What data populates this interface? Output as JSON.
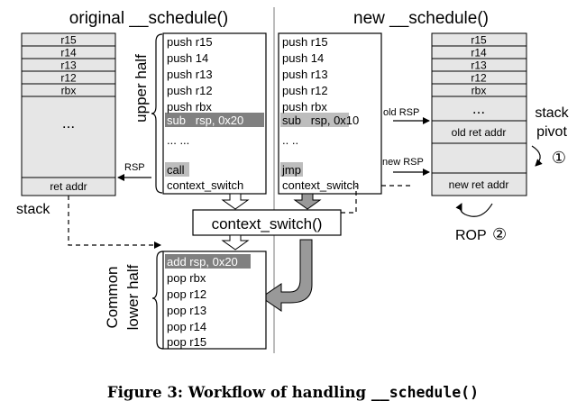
{
  "titles": {
    "original": "original __schedule()",
    "new": "new __schedule()"
  },
  "left_stack": {
    "regs": [
      "r15",
      "r14",
      "r13",
      "r12",
      "rbx"
    ],
    "ellipsis": "...",
    "ret": "ret addr",
    "label": "stack",
    "rsp_label": "RSP"
  },
  "upper_half_label": "upper half",
  "lower_half_label": [
    "Common",
    "lower half"
  ],
  "orig_code": {
    "lines": [
      "push r15",
      "push 14",
      "push r13",
      "push r12",
      "push rbx"
    ],
    "sub": "sub   rsp, 0x20",
    "dots": "... ...",
    "call": "call",
    "ctx": "context_switch"
  },
  "new_code": {
    "lines": [
      "push r15",
      "push 14",
      "push r13",
      "push r12",
      "push rbx"
    ],
    "sub": "sub   rsp, 0x10",
    "dots": ".. ..",
    "jmp": "jmp",
    "ctx": "context_switch"
  },
  "ctx_box": "context_switch()",
  "lower": {
    "add": "add rsp, 0x20",
    "lines": [
      "pop rbx",
      "pop r12",
      "pop r13",
      "pop r14",
      "pop r15"
    ]
  },
  "right_stack": {
    "regs": [
      "r15",
      "r14",
      "r13",
      "r12",
      "rbx"
    ],
    "ellipsis": "...",
    "old_ret": "old ret addr",
    "new_ret": "new ret addr",
    "old_rsp": "old RSP",
    "new_rsp": "new RSP"
  },
  "pivot": {
    "line1": "stack",
    "line2": "pivot",
    "num": "①"
  },
  "rop": {
    "label": "ROP",
    "num": "②"
  },
  "caption": {
    "prefix": "Figure 3: Workflow of handling ",
    "code": "__schedule()"
  },
  "colors": {
    "stack_cell": "#e6e6e6",
    "highlight": "#808080",
    "code_highlight": "#bdbdbd",
    "arrow_fill": "#999999",
    "divider": "#a6a6a6"
  }
}
